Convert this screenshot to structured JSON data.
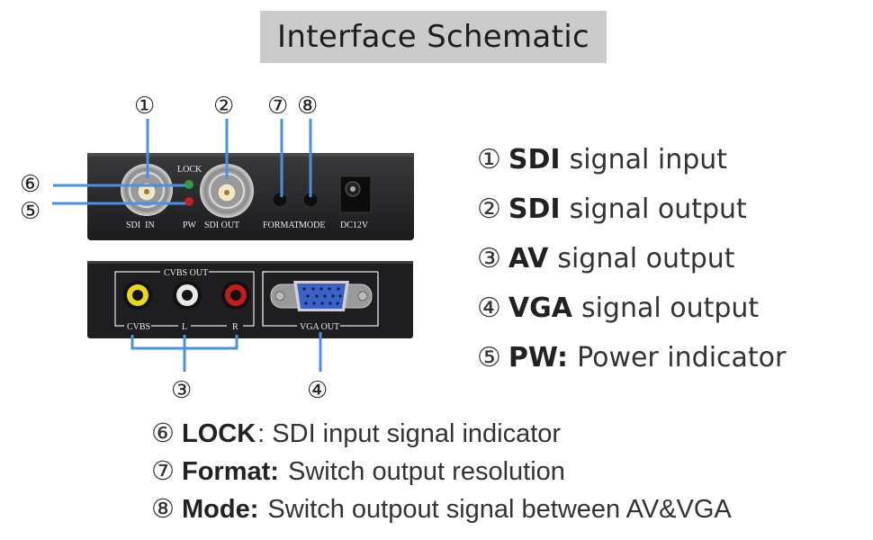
{
  "title": "Interface Schematic",
  "colors": {
    "title_bg": "#cbcbcb",
    "callout_line": "#4a90e2",
    "device_body": "#1e1e20",
    "lock_led": "#2e9e3a",
    "pw_led": "#c42020",
    "rca_yellow": "#e8d81a",
    "rca_white": "#e8e8e8",
    "rca_red": "#c41c1c",
    "vga_blue": "#3a63c8"
  },
  "front_panel": {
    "labels": {
      "lock": "LOCK",
      "sdi_in": "SDI  IN",
      "pw": "PW",
      "sdi_out": "SDI OUT",
      "format": "FORMAT",
      "mode": "MODE",
      "dc": "DC12V"
    },
    "callouts": [
      "①",
      "②",
      "⑦",
      "⑧",
      "⑥",
      "⑤"
    ]
  },
  "rear_panel": {
    "labels": {
      "cvbs_out": "CVBS OUT",
      "cvbs": "CVBS",
      "l": "L",
      "r": "R",
      "vga_out": "VGA OUT"
    },
    "callouts": [
      "③",
      "④"
    ]
  },
  "legend_right": [
    {
      "num": "①",
      "key": "SDI",
      "text": "signal input"
    },
    {
      "num": "②",
      "key": "SDI",
      "text": "signal output"
    },
    {
      "num": "③",
      "key": "AV",
      "text": "signal output"
    },
    {
      "num": "④",
      "key": "VGA",
      "text": "signal output"
    },
    {
      "num": "⑤",
      "key": "PW:",
      "text": "Power indicator"
    }
  ],
  "legend_bottom": [
    {
      "num": "⑥",
      "key": "LOCK",
      "text": ": SDI input signal indicator"
    },
    {
      "num": "⑦",
      "key": "Format:",
      "text": " Switch output resolution"
    },
    {
      "num": "⑧",
      "key": "Mode:",
      "text": " Switch outpout signal between AV&VGA"
    }
  ]
}
